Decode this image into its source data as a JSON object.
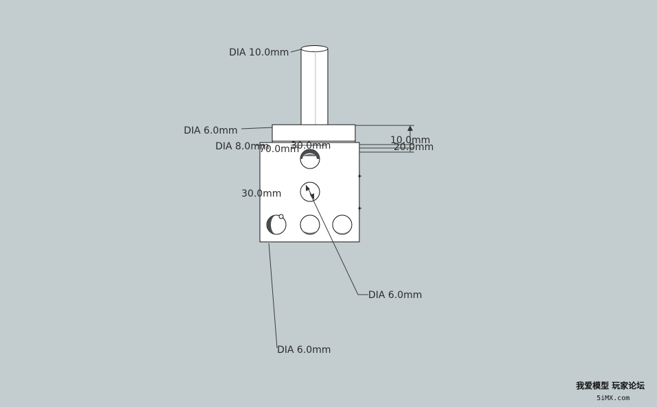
{
  "colors": {
    "background": "#c3cdd0",
    "part": "#ffffff",
    "outline": "#111111",
    "shade": "#6f7375",
    "dark": "#4a4d4f"
  },
  "dimensions": {
    "dia_shaft": "DIA 10.0mm",
    "dia_collar": "DIA 6.0mm",
    "dia_flange": "DIA 8.0mm",
    "width_70": "70.0mm",
    "width_30_top": "30.0mm",
    "height_10": "10.0mm",
    "height_20": "20.0mm",
    "pitch_30": "30.0mm",
    "dia_center_hole": "DIA 6.0mm",
    "dia_bottom_hole": "DIA 6.0mm"
  },
  "watermark": {
    "line1": "我爱模型 玩家论坛",
    "line2": "5iMX.com"
  }
}
